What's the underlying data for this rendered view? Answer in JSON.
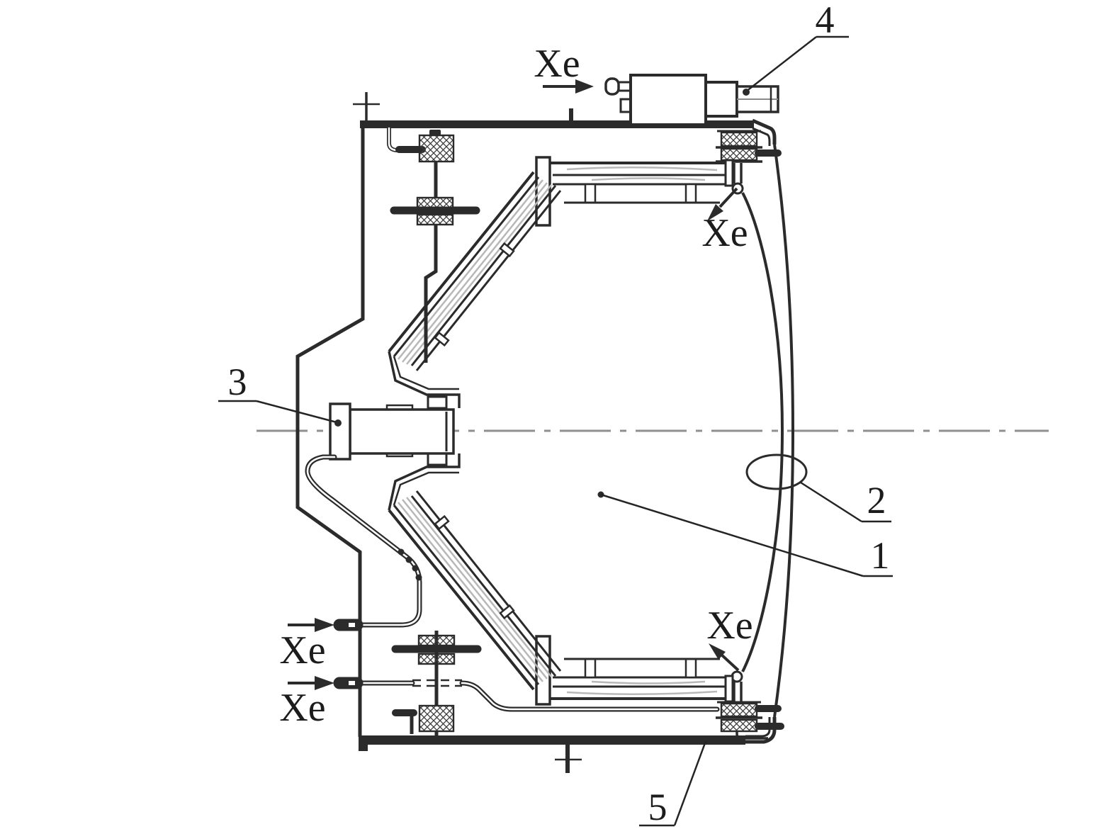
{
  "figure": {
    "kind": "engineering cross-section diagram",
    "subject": "gridded ion thruster with xenon feed points",
    "background_color": "#ffffff",
    "line_color": "#2b2b2b",
    "centerline_color": "#8f8f8f",
    "shading_color": "#b8b8b8"
  },
  "labels": {
    "callout_1": "1",
    "callout_2": "2",
    "callout_3": "3",
    "callout_4": "4",
    "callout_5": "5",
    "xe_neutralizer_inlet": "Xe",
    "xe_upper_grid_port": "Xe",
    "xe_cathode_feed_inlet": "Xe",
    "xe_distributor_feed_inlet": "Xe",
    "xe_lower_grid_port": "Xe"
  }
}
